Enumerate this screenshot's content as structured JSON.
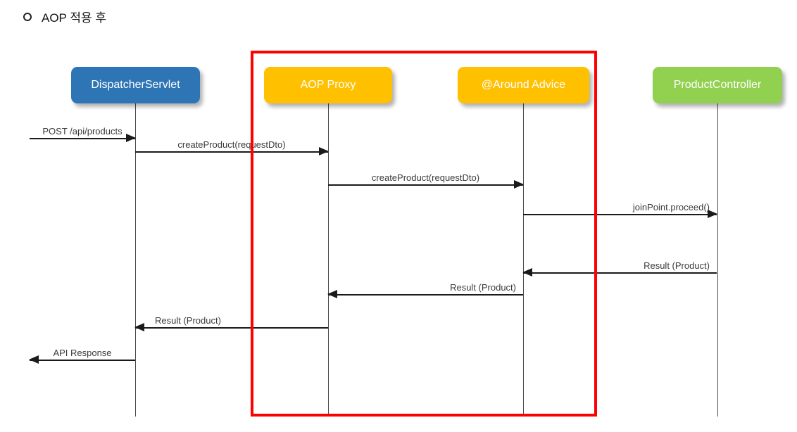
{
  "page": {
    "background": "#FFFFFF"
  },
  "title": {
    "text": "AOP 적용 후",
    "bullet_icon": "hollow-circle"
  },
  "diagram": {
    "type": "sequence",
    "actors": [
      {
        "label": "DispatcherServlet",
        "color": "#2E75B6"
      },
      {
        "label": "AOP Proxy",
        "color": "#FFC000"
      },
      {
        "label": "@Around Advice",
        "color": "#FFC000"
      },
      {
        "label": "ProductController",
        "color": "#92D050"
      }
    ],
    "messages": [
      {
        "label": "POST /api/products",
        "from": "external",
        "to": "DispatcherServlet",
        "direction": "right"
      },
      {
        "label": "createProduct(requestDto)",
        "from": "DispatcherServlet",
        "to": "AOP Proxy",
        "direction": "right"
      },
      {
        "label": "createProduct(requestDto)",
        "from": "AOP Proxy",
        "to": "@Around Advice",
        "direction": "right"
      },
      {
        "label": "joinPoint.proceed()",
        "from": "@Around Advice",
        "to": "ProductController",
        "direction": "right"
      },
      {
        "label": "Result (Product)",
        "from": "ProductController",
        "to": "@Around Advice",
        "direction": "left"
      },
      {
        "label": "Result (Product)",
        "from": "@Around Advice",
        "to": "AOP Proxy",
        "direction": "left"
      },
      {
        "label": "Result (Product)",
        "from": "AOP Proxy",
        "to": "DispatcherServlet",
        "direction": "left"
      },
      {
        "label": "API Response",
        "from": "DispatcherServlet",
        "to": "external",
        "direction": "left"
      }
    ],
    "highlight": {
      "color": "#FF0000",
      "encloses": [
        "AOP Proxy",
        "@Around Advice"
      ]
    }
  }
}
